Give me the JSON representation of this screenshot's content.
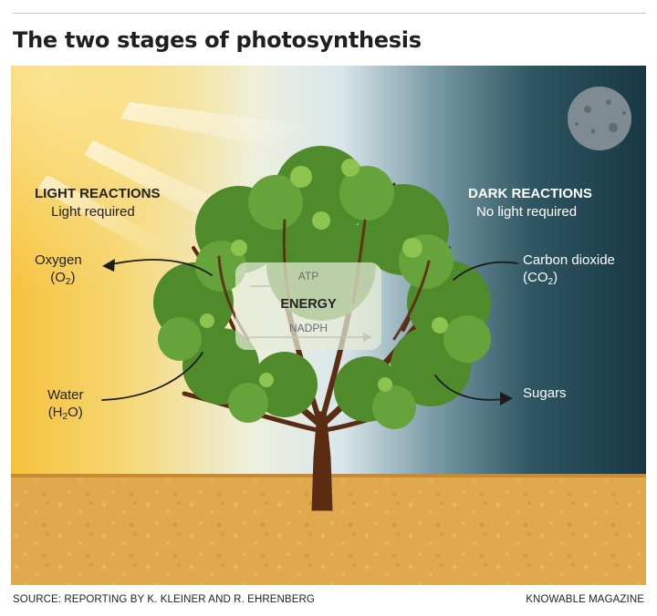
{
  "title": "The two stages of photosynthesis",
  "light_reactions": {
    "heading": "LIGHT REACTIONS",
    "subheading": "Light required",
    "oxygen": {
      "name": "Oxygen",
      "formula_prefix": "(O",
      "formula_sub": "2",
      "formula_suffix": ")"
    },
    "water": {
      "name": "Water",
      "formula_prefix": "(H",
      "formula_sub": "2",
      "formula_suffix": "O)"
    }
  },
  "dark_reactions": {
    "heading": "DARK REACTIONS",
    "subheading": "No light required",
    "carbon_dioxide": {
      "name": "Carbon dioxide",
      "formula_prefix": "(CO",
      "formula_sub": "2",
      "formula_suffix": ")"
    },
    "sugars": {
      "name": "Sugars"
    }
  },
  "energy": {
    "top": "ATP",
    "middle": "ENERGY",
    "bottom": "NADPH"
  },
  "footer": {
    "source": "SOURCE: REPORTING BY K. KLEINER AND R. EHRENBERG",
    "publisher": "KNOWABLE MAGAZINE"
  },
  "colors": {
    "sun": "#f6c340",
    "night": "#1b3c48",
    "soil": "#e1a94d",
    "foliage": "#5f9a35",
    "trunk": "#5a2d12"
  }
}
